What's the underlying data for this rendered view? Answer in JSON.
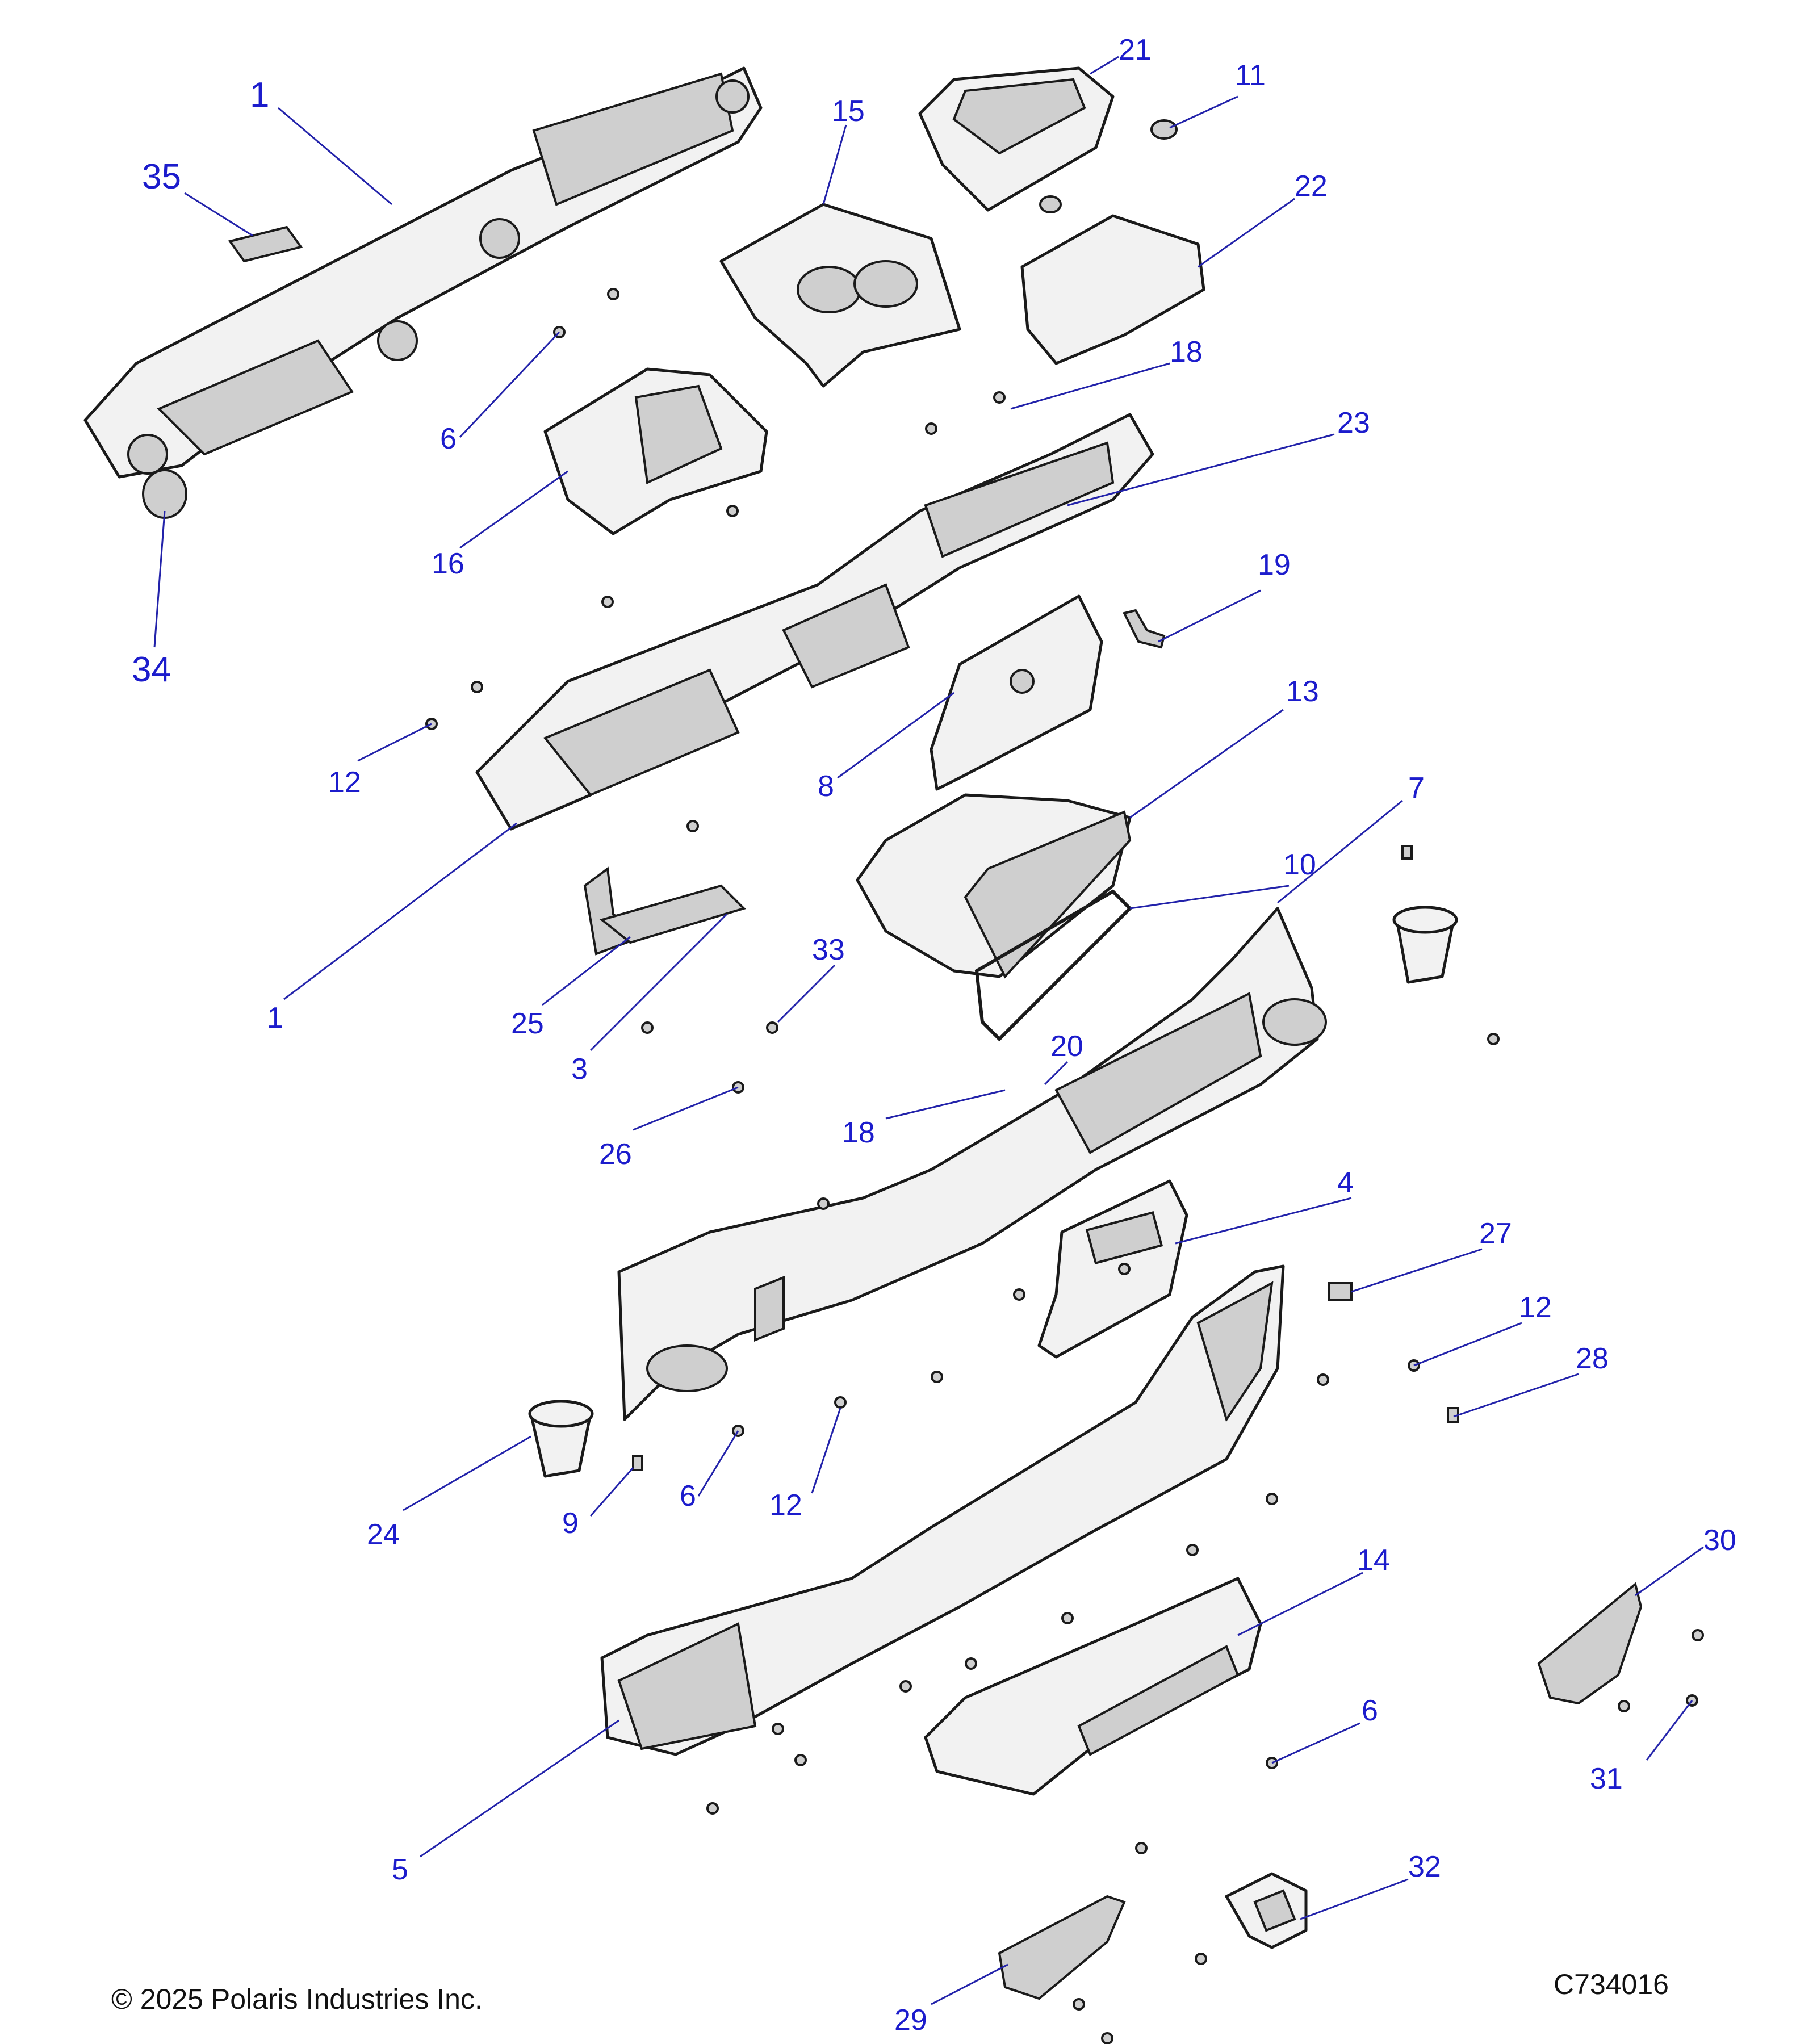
{
  "diagram": {
    "callouts": [
      {
        "id": "c1a",
        "label": "1"
      },
      {
        "id": "c35",
        "label": "35"
      },
      {
        "id": "c34",
        "label": "34"
      },
      {
        "id": "c15",
        "label": "15"
      },
      {
        "id": "c21",
        "label": "21"
      },
      {
        "id": "c11",
        "label": "11"
      },
      {
        "id": "c22",
        "label": "22"
      },
      {
        "id": "c18a",
        "label": "18"
      },
      {
        "id": "c23",
        "label": "23"
      },
      {
        "id": "c6a",
        "label": "6"
      },
      {
        "id": "c16",
        "label": "16"
      },
      {
        "id": "c19",
        "label": "19"
      },
      {
        "id": "c12a",
        "label": "12"
      },
      {
        "id": "c13",
        "label": "13"
      },
      {
        "id": "c8",
        "label": "8"
      },
      {
        "id": "c7",
        "label": "7"
      },
      {
        "id": "c10",
        "label": "10"
      },
      {
        "id": "c1b",
        "label": "1"
      },
      {
        "id": "c33",
        "label": "33"
      },
      {
        "id": "c25",
        "label": "25"
      },
      {
        "id": "c3",
        "label": "3"
      },
      {
        "id": "c26",
        "label": "26"
      },
      {
        "id": "c20",
        "label": "20"
      },
      {
        "id": "c18b",
        "label": "18"
      },
      {
        "id": "c4",
        "label": "4"
      },
      {
        "id": "c27",
        "label": "27"
      },
      {
        "id": "c12b",
        "label": "12"
      },
      {
        "id": "c28",
        "label": "28"
      },
      {
        "id": "c24",
        "label": "24"
      },
      {
        "id": "c9",
        "label": "9"
      },
      {
        "id": "c6b",
        "label": "6"
      },
      {
        "id": "c12c",
        "label": "12"
      },
      {
        "id": "c30",
        "label": "30"
      },
      {
        "id": "c14",
        "label": "14"
      },
      {
        "id": "c6c",
        "label": "6"
      },
      {
        "id": "c31",
        "label": "31"
      },
      {
        "id": "c5",
        "label": "5"
      },
      {
        "id": "c32",
        "label": "32"
      },
      {
        "id": "c29",
        "label": "29"
      }
    ]
  },
  "footer": {
    "copyright": "© 2025 Polaris Industries Inc.",
    "drawing_number": "C734016"
  }
}
